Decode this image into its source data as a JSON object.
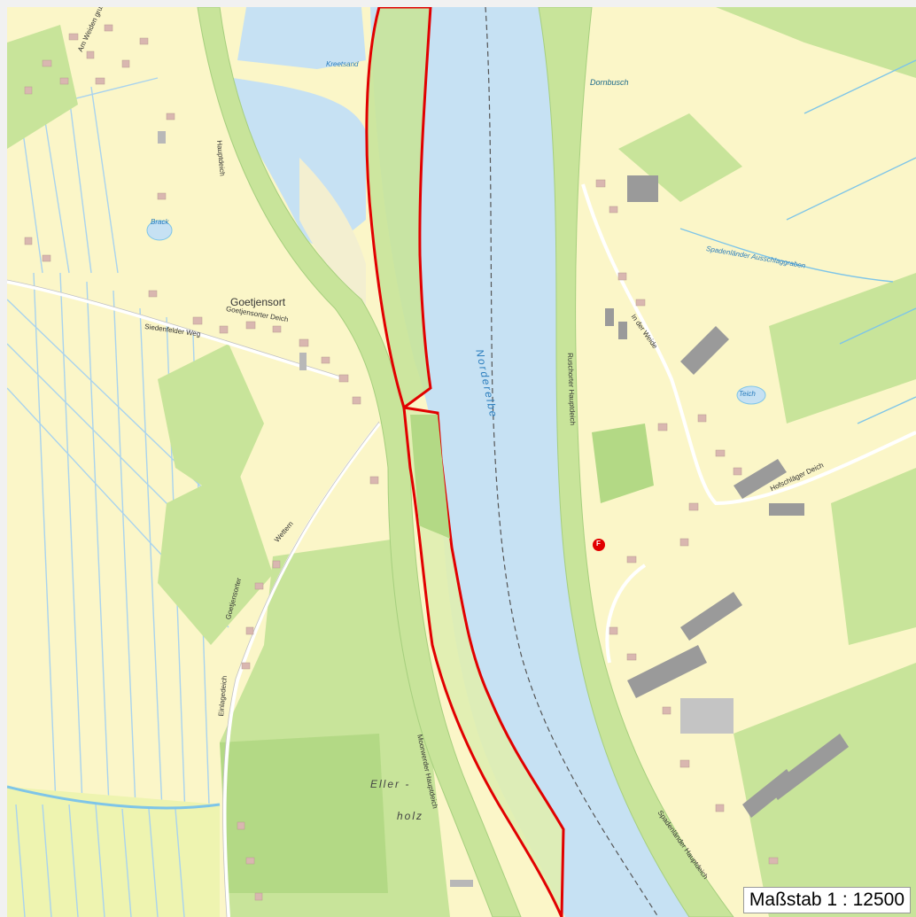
{
  "map": {
    "scale": "Maßstab 1 : 12500",
    "colors": {
      "land": "#fbf6c8",
      "field_light": "#eef4b0",
      "grass": "#c8e49a",
      "grass_dark": "#b3d985",
      "water": "#c6e1f3",
      "river_dark": "#9ec9ea",
      "boundary": "#e10000",
      "building": "#d9b7b0",
      "industrial": "#b8b8b8"
    },
    "labels": {
      "kreetsand": "Kreetsand",
      "dornbusch": "Dornbusch",
      "hauptdeich": "Hauptdeich",
      "brack": "Brack",
      "goetjensort": "Goetjensort",
      "goetjensorter_deich": "Goetjensorter Deich",
      "siedenfelder_weg": "Siedenfelder Weg",
      "norderelbe": "Norderelbe",
      "ruschorter_hauptdeich": "Ruschorter Hauptdeich",
      "in_der_weide": "In der Weide",
      "teich": "Teich",
      "hofschlaeger_deich": "Hofschläger Deich",
      "spadenlaender_ausschlaggraben": "Spadenländer Ausschlaggraben",
      "wettern": "Wettern",
      "goetjensorter_wettern": "Goetjensorter",
      "eindeich": "Einlagedeich",
      "moorwerder_hauptdeich": "Moorwerder Hauptdeich",
      "eller": "Eller -",
      "holz": "holz",
      "spadenlaender_hauptdeich": "Spadenländer Hauptdeich",
      "am_weiden_grund": "Am Weiden grund",
      "poi_fire": "F"
    }
  }
}
